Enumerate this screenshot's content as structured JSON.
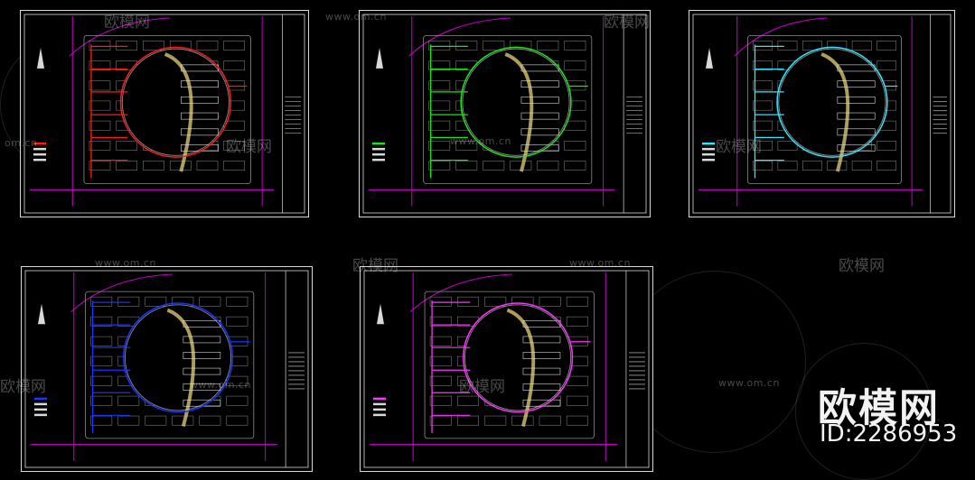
{
  "brand": {
    "name": "欧模网",
    "id_label": "ID:2286953"
  },
  "watermarks": {
    "cn": "欧模网",
    "url": "www.om.cn",
    "url_partial": "om.cn"
  },
  "sheets": [
    {
      "name": "sheet-red-plan",
      "accent": "#ff1a1a"
    },
    {
      "name": "sheet-green-plan",
      "accent": "#19e619"
    },
    {
      "name": "sheet-cyan-plan",
      "accent": "#33e6ff"
    },
    {
      "name": "sheet-blue-plan",
      "accent": "#1a33ff"
    },
    {
      "name": "sheet-magenta-plan",
      "accent": "#ff33ff"
    }
  ],
  "colors": {
    "background": "#000000",
    "frame": "#d9d9d9",
    "site_lines": "#8c8c8c",
    "tower": "#e6d27a",
    "road": "#c000c0"
  }
}
